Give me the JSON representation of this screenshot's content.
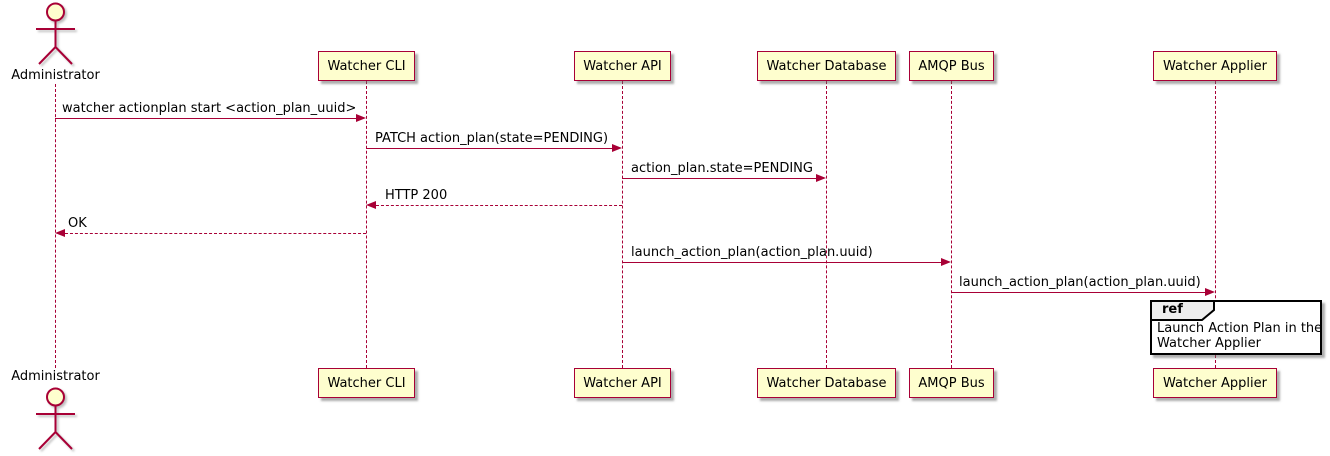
{
  "diagram_type": "uml-sequence",
  "colors": {
    "participant_fill": "#FEFECE",
    "line_and_border": "#A80036",
    "text": "#000000",
    "ref_border": "#000000",
    "ref_tab_fill": "#EEEEEE",
    "background": "#FFFFFF"
  },
  "actor": {
    "label": "Administrator"
  },
  "participants": [
    {
      "label": "Watcher CLI"
    },
    {
      "label": "Watcher API"
    },
    {
      "label": "Watcher Database"
    },
    {
      "label": "AMQP Bus"
    },
    {
      "label": "Watcher Applier"
    }
  ],
  "messages": [
    {
      "from": "Administrator",
      "to": "Watcher CLI",
      "label": "watcher actionplan start <action_plan_uuid>",
      "line": "solid",
      "direction": "right"
    },
    {
      "from": "Watcher CLI",
      "to": "Watcher API",
      "label": "PATCH action_plan(state=PENDING)",
      "line": "solid",
      "direction": "right"
    },
    {
      "from": "Watcher API",
      "to": "Watcher Database",
      "label": "action_plan.state=PENDING",
      "line": "solid",
      "direction": "right"
    },
    {
      "from": "Watcher API",
      "to": "Watcher CLI",
      "label": "HTTP 200",
      "line": "dashed",
      "direction": "left"
    },
    {
      "from": "Watcher CLI",
      "to": "Administrator",
      "label": "OK",
      "line": "dashed",
      "direction": "left"
    },
    {
      "from": "Watcher API",
      "to": "AMQP Bus",
      "label": "launch_action_plan(action_plan.uuid)",
      "line": "solid",
      "direction": "right"
    },
    {
      "from": "AMQP Bus",
      "to": "Watcher Applier",
      "label": "launch_action_plan(action_plan.uuid)",
      "line": "solid",
      "direction": "right"
    }
  ],
  "ref": {
    "keyword": "ref",
    "lines": [
      "Launch Action Plan in the",
      "Watcher Applier"
    ]
  }
}
